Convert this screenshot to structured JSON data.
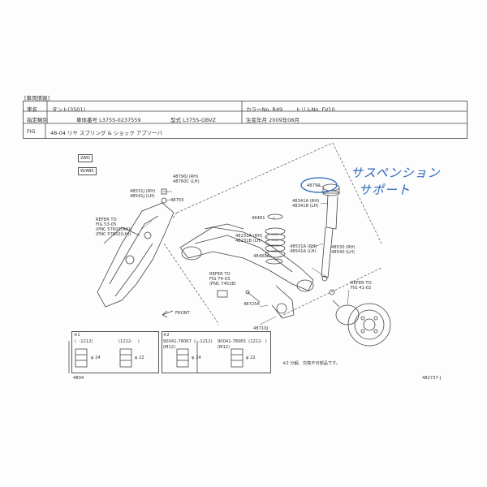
{
  "header": {
    "section": "[車両情報]",
    "row1": {
      "label": "車名",
      "value": "タント(3501)",
      "color_label": "カラーNo. R49",
      "trim_label": "トリムNo. FV10"
    },
    "row2": {
      "label": "指定類別",
      "frame": "車体番号 L375S-0237559",
      "model": "型式 L375S-GBVZ",
      "date": "生産年月 2009年08月"
    },
    "fig_label": "FIG",
    "fig_title": "48-04 リヤ スプリング & ショック アブソーバ"
  },
  "tags": {
    "t1": "2WD",
    "t2": "W/ABS"
  },
  "refs": {
    "r1": "REFER TO\nFIG 53-05\n(PNC 57601(RH))\n(PNC 57602(LH))",
    "r2": "REFER TO\nFIG 74-03\n(PNC 74538)",
    "r3": "REFER TO\nFIG 41-02",
    "front": "FRONT"
  },
  "parts": {
    "p1": "48790J (RH)\n48760C (LH)",
    "p2": "48531J (RH)\n48541J (LH)",
    "p3": "48755",
    "p4": "48750",
    "p5": "48341A (RH)\n48341B (LH)",
    "p6": "48481",
    "p7": "48231A (RH)\n48231B (LH)",
    "p8": "48531A (RH)\n48541A (LH)",
    "p9": "48482A",
    "p10": "48530 (RH)\n48540 (LH)",
    "p11": "48725A",
    "p12": "48710J"
  },
  "handwriting": {
    "line1": "サスペンション",
    "line2": "サポート"
  },
  "bottom": {
    "b1_title": "※1",
    "b1_c1": "(  -1212)",
    "b1_c2": "(1212-    )",
    "b2_title": "※2",
    "b2_c1": "90041-78067  (  -1212)",
    "b2_c2": "90041-78065  (1212-  )",
    "b2_m1": "(M12)",
    "b2_m2": "(M12)",
    "dim_24": "φ 24",
    "dim_22": "φ 22",
    "note": "※2 分解、交換不可部品です。",
    "page_left": "4804",
    "page_right": "482737-J"
  }
}
